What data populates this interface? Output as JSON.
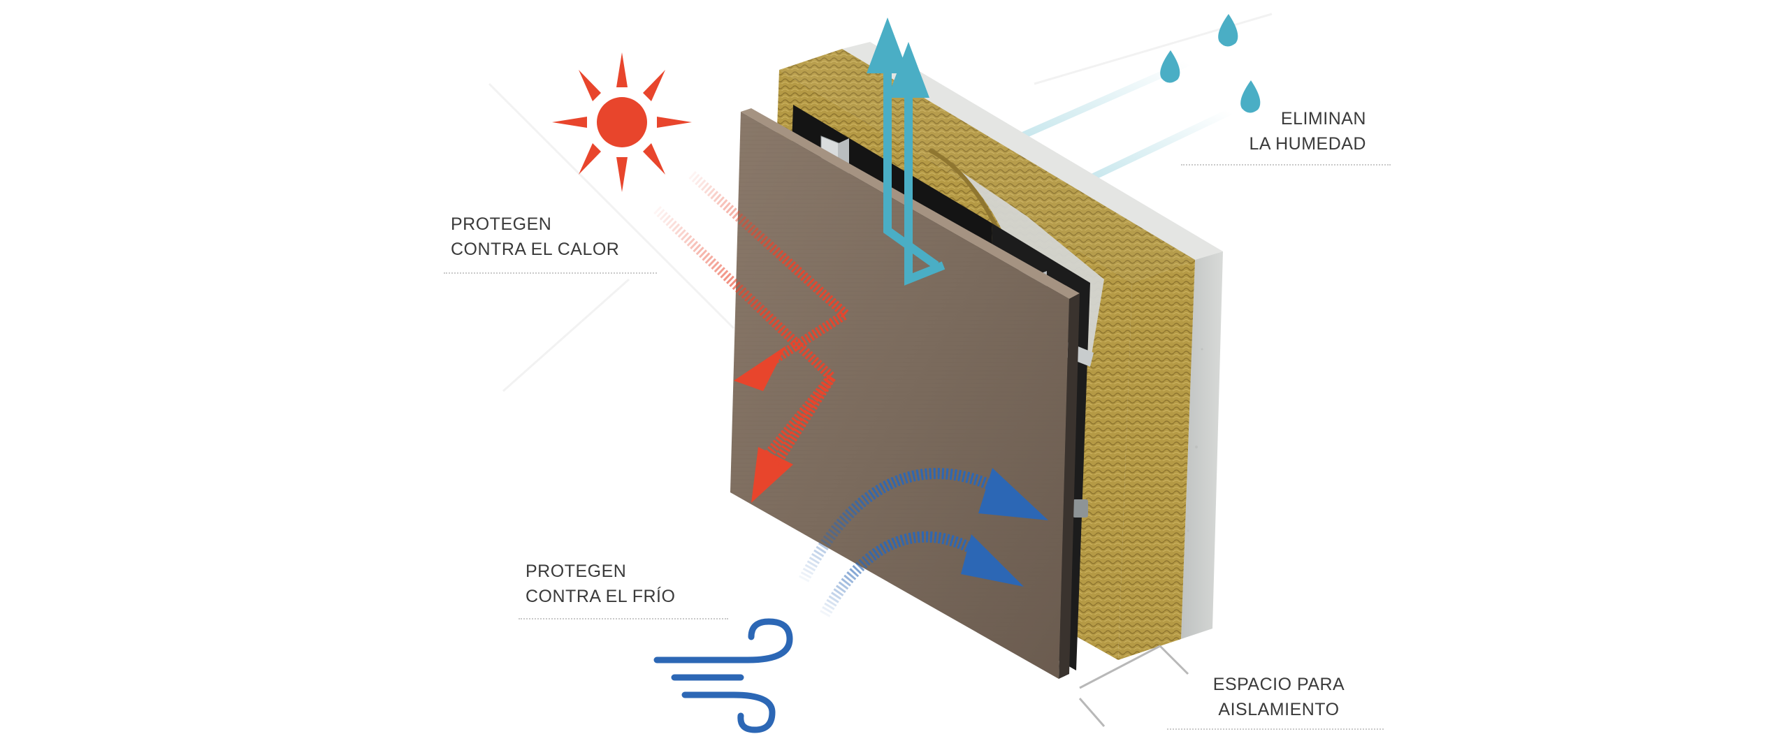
{
  "labels": {
    "heat": {
      "line1": "PROTEGEN",
      "line2": "CONTRA EL CALOR"
    },
    "cold": {
      "line1": "PROTEGEN",
      "line2": "CONTRA EL FRÍO"
    },
    "moisture": {
      "line1": "ELIMINAN",
      "line2": "LA HUMEDAD"
    },
    "gap": {
      "line1": "ESPACIO PARA",
      "line2": "AISLAMIENTO"
    }
  },
  "icons": {
    "sun": "sun-icon",
    "wind": "wind-icon",
    "rain": "raindrop-icon"
  },
  "colors": {
    "heat": "#e8452c",
    "cold": "#2c67b5",
    "moisture": "#4aaec5",
    "wall": "#d7d9d8",
    "insulation": "#b59a45",
    "panel": "#7a6a5c",
    "text": "#3a3a3a"
  }
}
